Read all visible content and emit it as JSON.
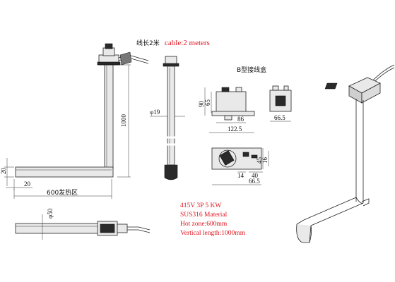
{
  "labels": {
    "cable_cn": "线长2米",
    "cable_en": "cable:2 meters",
    "junction_box": "B型接线盒",
    "heat_zone_cn": "600发热区"
  },
  "dimensions": {
    "height_1000": "1000",
    "dia_19": "φ19",
    "h_20": "20",
    "w_20": "20",
    "dia_50": "φ50",
    "h_90": "90",
    "h_65": "65",
    "w_86": "86",
    "w_122_5": "122.5",
    "w_66_5_top": "66.5",
    "w_66_5_bottom": "66.5",
    "h_45": "45",
    "h_16": "16",
    "w_14": "14",
    "w_40": "40"
  },
  "specs": {
    "line1": "415V 3P 5 KW",
    "line2": "SUS316 Material",
    "line3": "Hot zone:600mm",
    "line4": "Vertical length:1000mm"
  }
}
